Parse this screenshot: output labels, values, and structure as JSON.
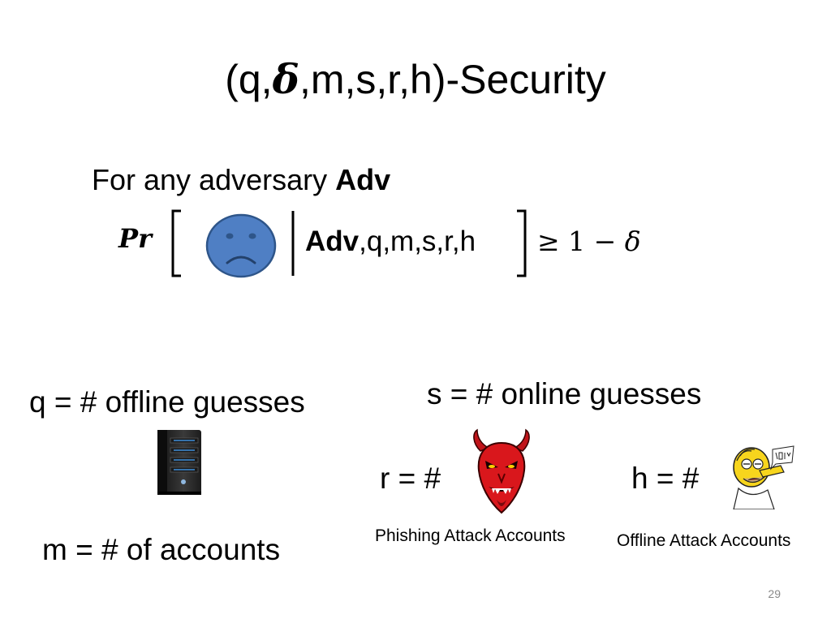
{
  "slide": {
    "title_prefix": "(q,",
    "title_symbol": "δ",
    "title_suffix": ",m,s,r,h)-Security",
    "intro_text": "For any adversary ",
    "intro_bold": "Adv",
    "formula": {
      "pr": "Pr",
      "given_bold": "Adv",
      "given_rest": ",q,m,s,r,h",
      "rhs_prefix": "≥ 1 − ",
      "rhs_symbol": "δ"
    },
    "definitions": {
      "q": "q = # offline guesses",
      "s": "s = # online guesses",
      "m": "m = # of accounts",
      "r": "r = #",
      "h": "h = #"
    },
    "captions": {
      "phishing": "Phishing Attack Accounts",
      "offline": "Offline Attack Accounts"
    },
    "page_number": "29"
  },
  "colors": {
    "sad_face_fill": "#4f7fc4",
    "sad_face_stroke": "#2e5589",
    "devil_red": "#d9171c",
    "homer_yellow": "#f7d51d",
    "server_body": "#2a2a2a",
    "server_accent": "#3f8fd9"
  },
  "icons": {
    "sad_face": "sad-face-icon",
    "server": "server-icon",
    "devil": "devil-icon",
    "homer": "homer-doh-icon"
  }
}
